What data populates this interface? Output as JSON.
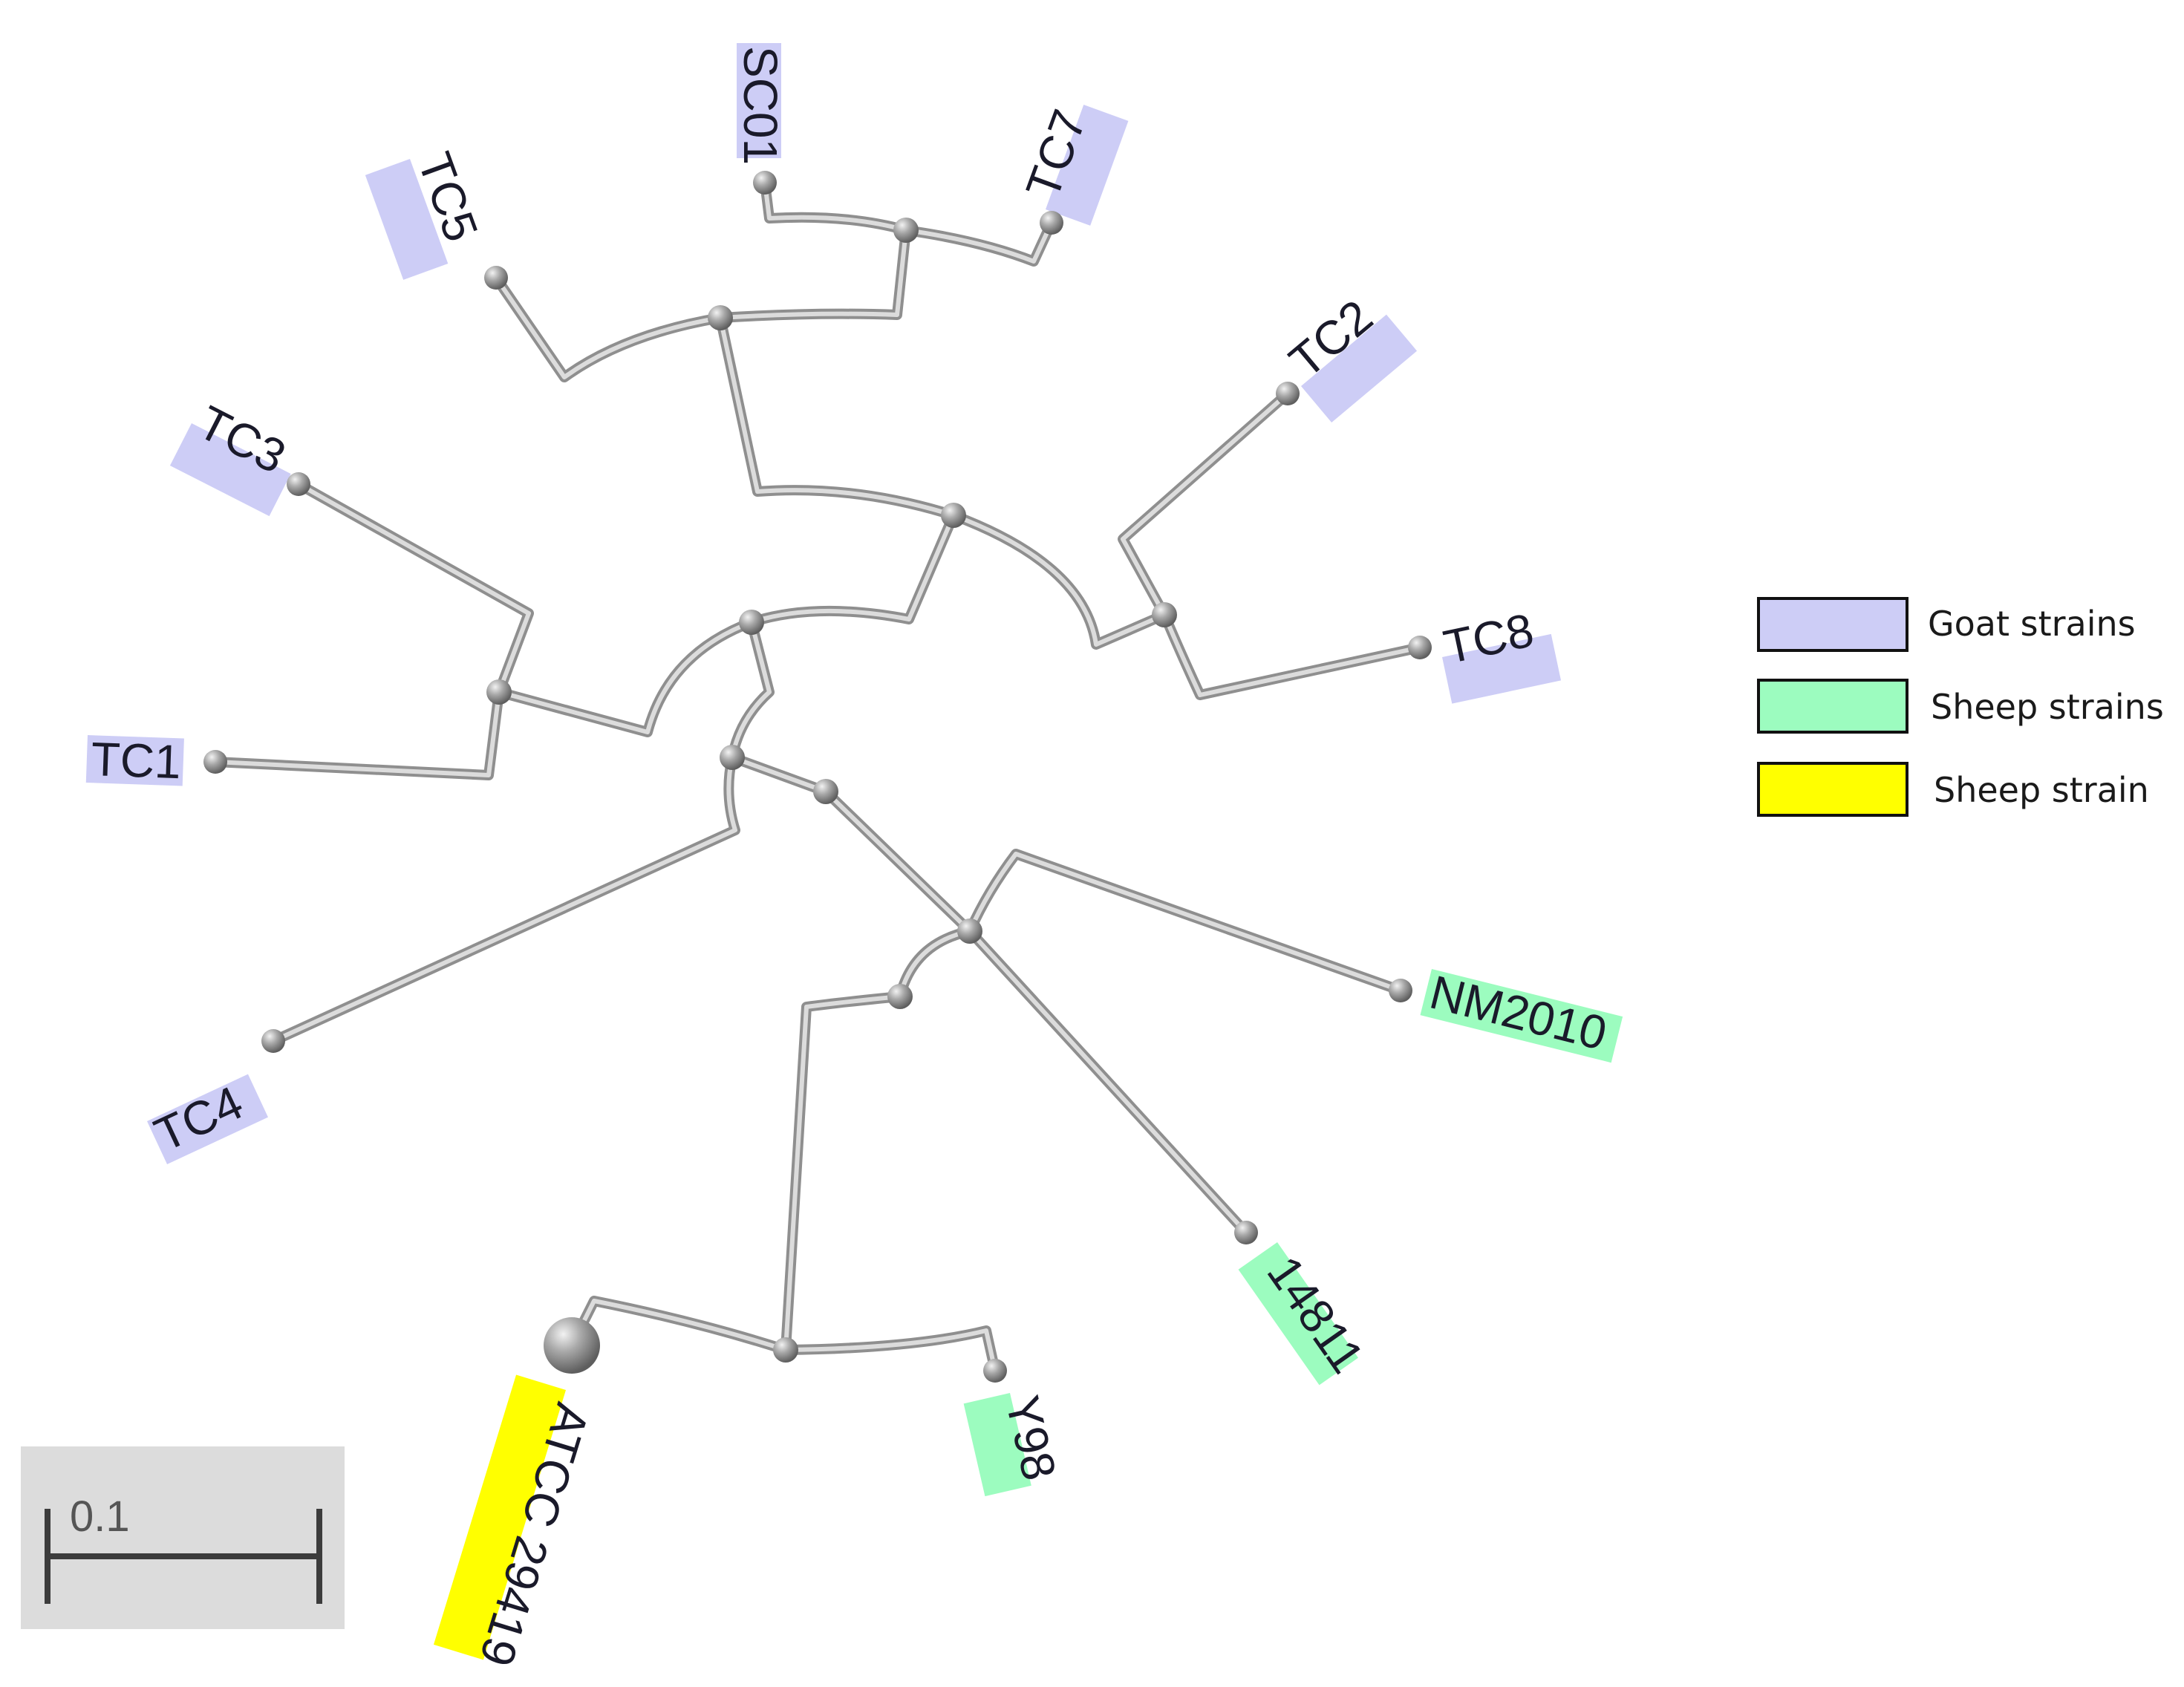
{
  "colors": {
    "goat": "#cdcdf6",
    "sheep": "#9cfcbf",
    "atcc": "#ffff00",
    "branch": "#8f8f8f",
    "node": "#8a8a8a",
    "scale_box": "#dcdcdc"
  },
  "tree": {
    "tips": [
      {
        "id": "SC01",
        "label": "SC01",
        "group": "goat"
      },
      {
        "id": "TC7",
        "label": "TC7",
        "group": "goat"
      },
      {
        "id": "TC5",
        "label": "TC5",
        "group": "goat"
      },
      {
        "id": "TC2",
        "label": "TC2",
        "group": "goat"
      },
      {
        "id": "TC3",
        "label": "TC3",
        "group": "goat"
      },
      {
        "id": "TC8",
        "label": "TC8",
        "group": "goat"
      },
      {
        "id": "TC1",
        "label": "TC1",
        "group": "goat"
      },
      {
        "id": "TC4",
        "label": "TC4",
        "group": "goat"
      },
      {
        "id": "NM2010",
        "label": "NM2010",
        "group": "sheep"
      },
      {
        "id": "14811",
        "label": "14811",
        "group": "sheep"
      },
      {
        "id": "Y98",
        "label": "Y98",
        "group": "sheep"
      },
      {
        "id": "ATCC29419",
        "label": "ATCC 29419",
        "group": "atcc"
      }
    ]
  },
  "legend": {
    "items": [
      {
        "label": "Goat strains",
        "color": "#cdcdf6"
      },
      {
        "label": "Sheep strains",
        "color": "#9cfcbf"
      },
      {
        "label": "Sheep strain",
        "color": "#ffff00"
      }
    ]
  },
  "scale_bar": {
    "label": "0.1"
  }
}
